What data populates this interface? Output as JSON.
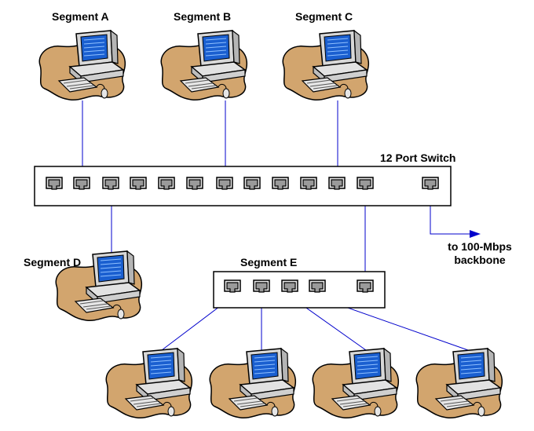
{
  "labels": {
    "segment_a": "Segment A",
    "segment_b": "Segment B",
    "segment_c": "Segment C",
    "segment_d": "Segment D",
    "segment_e": "Segment E",
    "switch_name": "12 Port Switch",
    "backbone_line1": "to 100-Mbps",
    "backbone_line2": "backbone"
  },
  "colors": {
    "cable": "#0000cc",
    "desk": "#d2a56e",
    "monitor_screen": "#1a5fd0",
    "port": "#9a9a9a"
  },
  "icons": {
    "computer": "workstation-icon",
    "port": "rj45-port-icon",
    "arrow": "arrow-right-icon"
  }
}
